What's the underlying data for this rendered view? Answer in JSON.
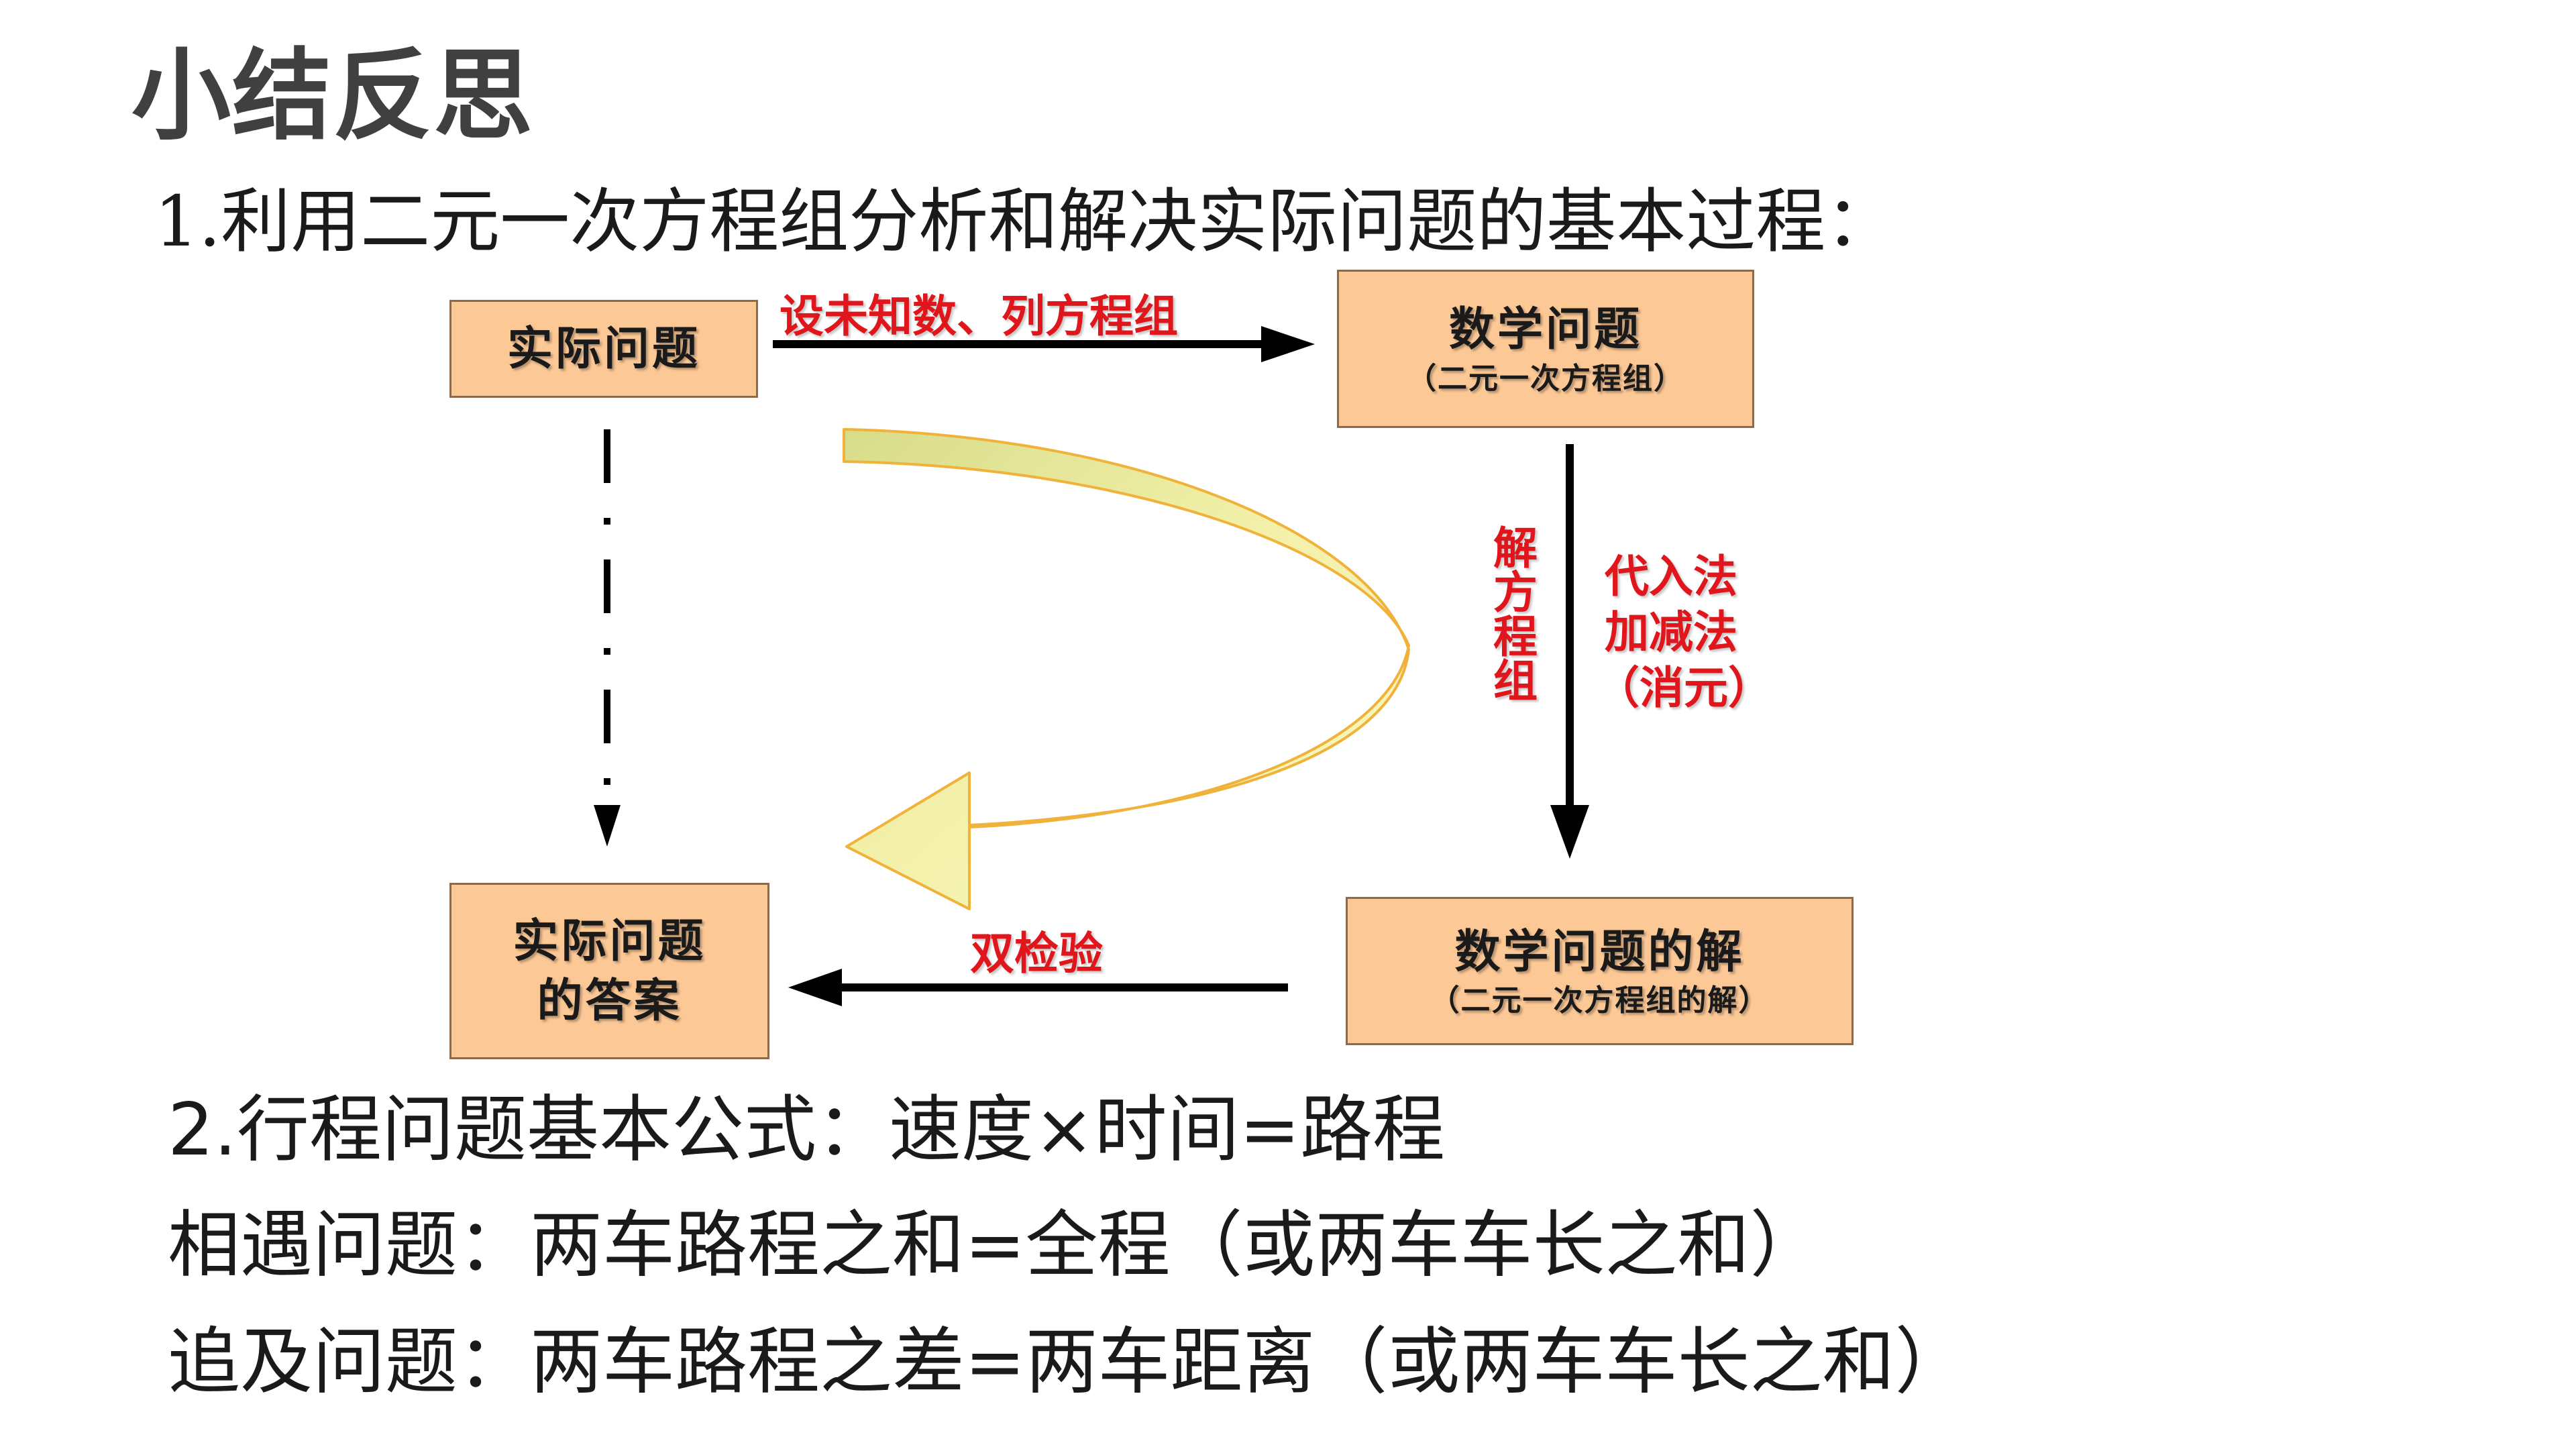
{
  "title": "小结反思",
  "point1": {
    "number": "1.",
    "text": "利用二元一次方程组分析和解决实际问题的基本过程："
  },
  "diagram": {
    "boxes": {
      "real_problem": {
        "main": "实际问题"
      },
      "math_problem": {
        "main": "数学问题",
        "sub": "（二元一次方程组）"
      },
      "real_answer": {
        "line1": "实际问题",
        "line2": "的答案"
      },
      "math_solution": {
        "main": "数学问题的解",
        "sub": "（二元一次方程组的解）"
      }
    },
    "labels": {
      "set_unknowns": "设未知数、列方程组",
      "solve_system": "解方程组",
      "method_substitution": "代入法",
      "method_elimination": "加减法",
      "method_note": "（消元）",
      "double_check": "双检验"
    },
    "colors": {
      "box_fill": "#fcc896",
      "box_border": "#8c6a4a",
      "label_red": "#e0161d",
      "curve_arrow_fill": "#f4f0a2",
      "curve_arrow_stroke": "#f0b23a"
    }
  },
  "formulas": {
    "line1": "2.行程问题基本公式：速度×时间=路程",
    "line2": "相遇问题：两车路程之和=全程（或两车车长之和）",
    "line3": "追及问题：两车路程之差=两车距离（或两车车长之和）"
  }
}
